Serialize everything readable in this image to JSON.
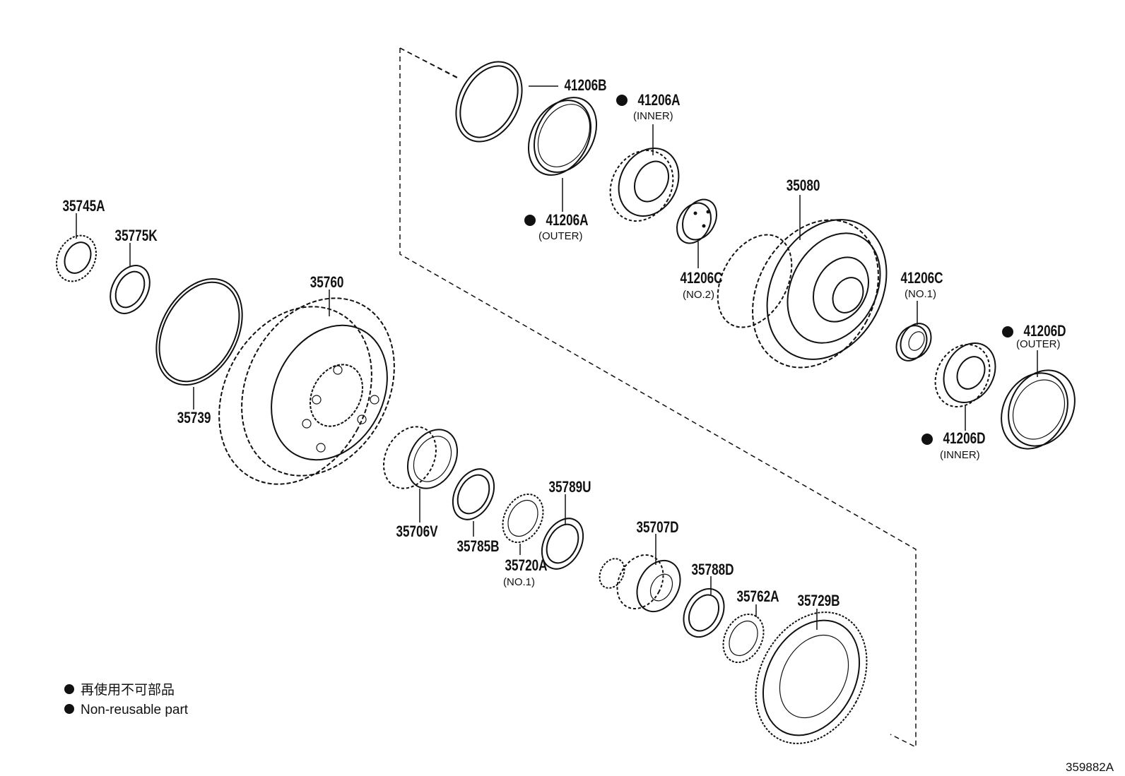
{
  "parts": [
    {
      "id": "p41206B",
      "label": "41206B",
      "sub": "",
      "nonreusable": false
    },
    {
      "id": "p41206A_inner",
      "label": "41206A",
      "sub": "(INNER)",
      "nonreusable": true
    },
    {
      "id": "p41206A_outer",
      "label": "41206A",
      "sub": "(OUTER)",
      "nonreusable": true
    },
    {
      "id": "p35080",
      "label": "35080",
      "sub": "",
      "nonreusable": false
    },
    {
      "id": "p41206C_no2",
      "label": "41206C",
      "sub": "(NO.2)",
      "nonreusable": false
    },
    {
      "id": "p41206C_no1",
      "label": "41206C",
      "sub": "(NO.1)",
      "nonreusable": false
    },
    {
      "id": "p41206D_outer",
      "label": "41206D",
      "sub": "(OUTER)",
      "nonreusable": true
    },
    {
      "id": "p41206D_inner",
      "label": "41206D",
      "sub": "(INNER)",
      "nonreusable": true
    },
    {
      "id": "p35745A",
      "label": "35745A",
      "sub": "",
      "nonreusable": false
    },
    {
      "id": "p35775K",
      "label": "35775K",
      "sub": "",
      "nonreusable": false
    },
    {
      "id": "p35760",
      "label": "35760",
      "sub": "",
      "nonreusable": false
    },
    {
      "id": "p35739",
      "label": "35739",
      "sub": "",
      "nonreusable": false
    },
    {
      "id": "p35706V",
      "label": "35706V",
      "sub": "",
      "nonreusable": false
    },
    {
      "id": "p35785B",
      "label": "35785B",
      "sub": "",
      "nonreusable": false
    },
    {
      "id": "p35789U",
      "label": "35789U",
      "sub": "",
      "nonreusable": false
    },
    {
      "id": "p35720A",
      "label": "35720A",
      "sub": "(NO.1)",
      "nonreusable": false
    },
    {
      "id": "p35707D",
      "label": "35707D",
      "sub": "",
      "nonreusable": false
    },
    {
      "id": "p35788D",
      "label": "35788D",
      "sub": "",
      "nonreusable": false
    },
    {
      "id": "p35762A",
      "label": "35762A",
      "sub": "",
      "nonreusable": false
    },
    {
      "id": "p35729B",
      "label": "35729B",
      "sub": "",
      "nonreusable": false
    }
  ],
  "legend": [
    {
      "text": "再使用不可部品"
    },
    {
      "text": "Non-reusable part"
    }
  ],
  "figure_ref": "359882A"
}
